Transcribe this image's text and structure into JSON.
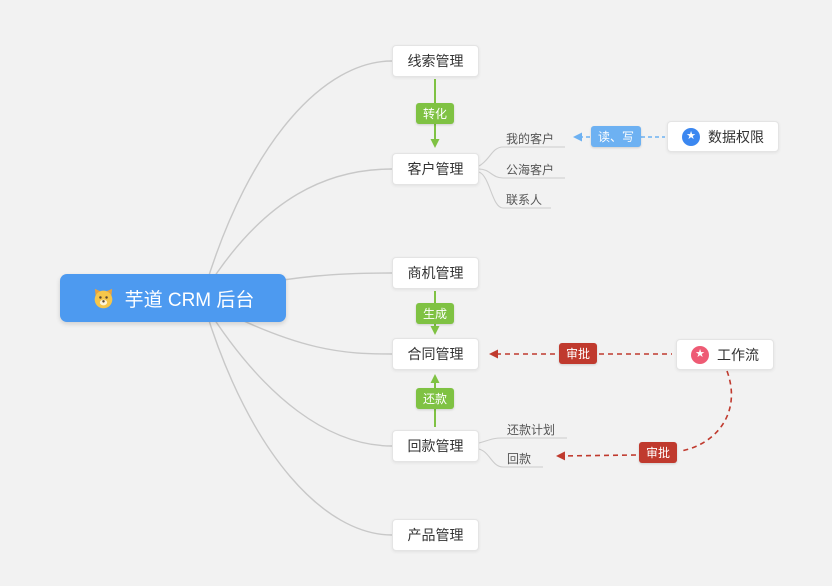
{
  "root": {
    "label": "芋道 CRM 后台",
    "icon": "dog-icon"
  },
  "modules": {
    "leads": "线索管理",
    "customers": "客户管理",
    "opportunities": "商机管理",
    "contracts": "合同管理",
    "receivables": "回款管理",
    "products": "产品管理"
  },
  "customer_children": {
    "mine": "我的客户",
    "public": "公海客户",
    "contacts": "联系人"
  },
  "receivable_children": {
    "plan": "还款计划",
    "payment": "回款"
  },
  "relation_badges": {
    "convert": "转化",
    "generate": "生成",
    "repay": "还款",
    "read_write": "读、写",
    "approve_contract": "审批",
    "approve_receivable": "审批"
  },
  "permission_node": {
    "label": "数据权限",
    "icon": "star-icon"
  },
  "workflow_node": {
    "label": "工作流",
    "icon": "star-icon"
  },
  "icons": {
    "star_glyph": "★"
  },
  "palette": {
    "background": "#f2f2f2",
    "root_blue": "#4d9af0",
    "green": "#7fc243",
    "light_blue": "#6db1f2",
    "dark_red": "#c03a2e",
    "node_border": "#e4e4e4",
    "edge_gray": "#c8c8c8",
    "perm_icon_blue": "#3b87f0",
    "workflow_icon_pink": "#ee5b74"
  }
}
